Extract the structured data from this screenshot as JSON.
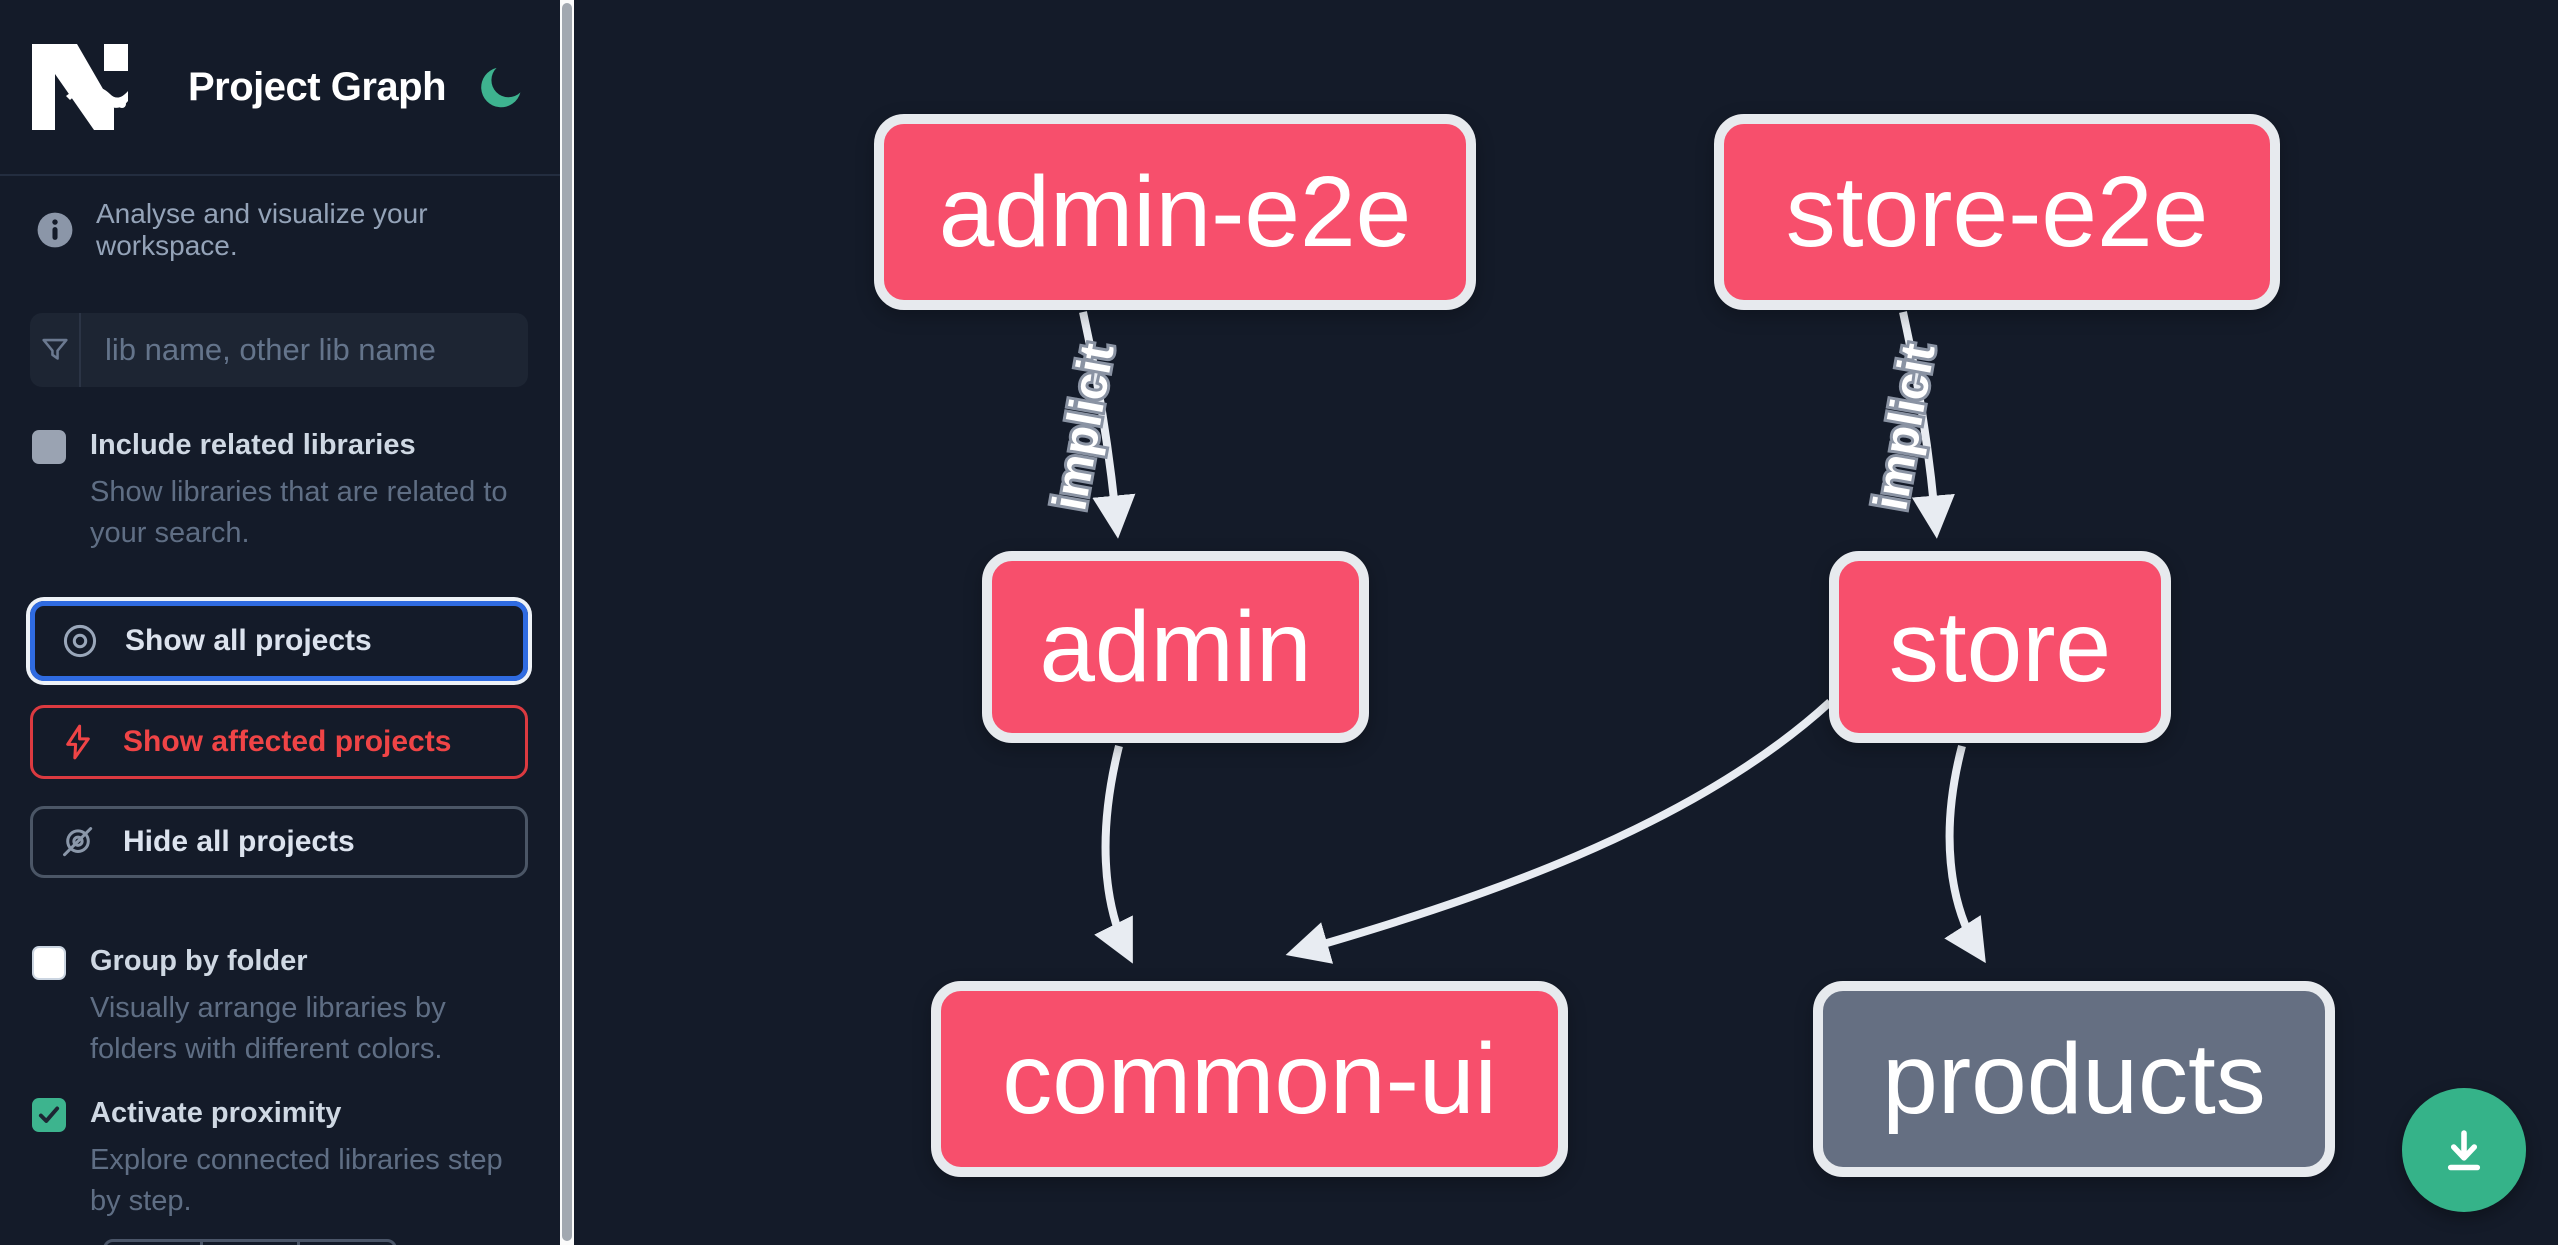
{
  "header": {
    "brand": "Nx",
    "title": "Project Graph"
  },
  "sidebar": {
    "info_text": "Analyse and visualize your workspace.",
    "filter_placeholder": "lib name, other lib name",
    "include_related": {
      "label": "Include related libraries",
      "description": "Show libraries that are related to your search.",
      "checked": false
    },
    "actions": {
      "show_all": "Show all projects",
      "show_affected": "Show affected projects",
      "hide_all": "Hide all projects"
    },
    "group_by_folder": {
      "label": "Group by folder",
      "description": "Visually arrange libraries by folders with different colors.",
      "checked": false
    },
    "activate_proximity": {
      "label": "Activate proximity",
      "description": "Explore connected libraries step by step.",
      "checked": true
    }
  },
  "graph": {
    "nodes": [
      {
        "id": "admin-e2e",
        "label": "admin-e2e",
        "color": "#f74f6c"
      },
      {
        "id": "store-e2e",
        "label": "store-e2e",
        "color": "#f74f6c"
      },
      {
        "id": "admin",
        "label": "admin",
        "color": "#f74f6c"
      },
      {
        "id": "store",
        "label": "store",
        "color": "#f74f6c"
      },
      {
        "id": "common-ui",
        "label": "common-ui",
        "color": "#f74f6c"
      },
      {
        "id": "products",
        "label": "products",
        "color": "#656f82"
      }
    ],
    "edges": [
      {
        "from": "admin-e2e",
        "to": "admin",
        "label": "implicit"
      },
      {
        "from": "store-e2e",
        "to": "store",
        "label": "implicit"
      },
      {
        "from": "admin",
        "to": "common-ui",
        "label": ""
      },
      {
        "from": "store",
        "to": "common-ui",
        "label": ""
      },
      {
        "from": "store",
        "to": "products",
        "label": ""
      }
    ]
  },
  "colors": {
    "background": "#141b29",
    "node_pink": "#f74f6c",
    "node_gray": "#656f82",
    "edge": "#e8ecf2",
    "focus_blue": "#2f6be1",
    "affected_red": "#ef4446",
    "accent_green": "#35b389",
    "moon_green": "#3eb38f"
  }
}
